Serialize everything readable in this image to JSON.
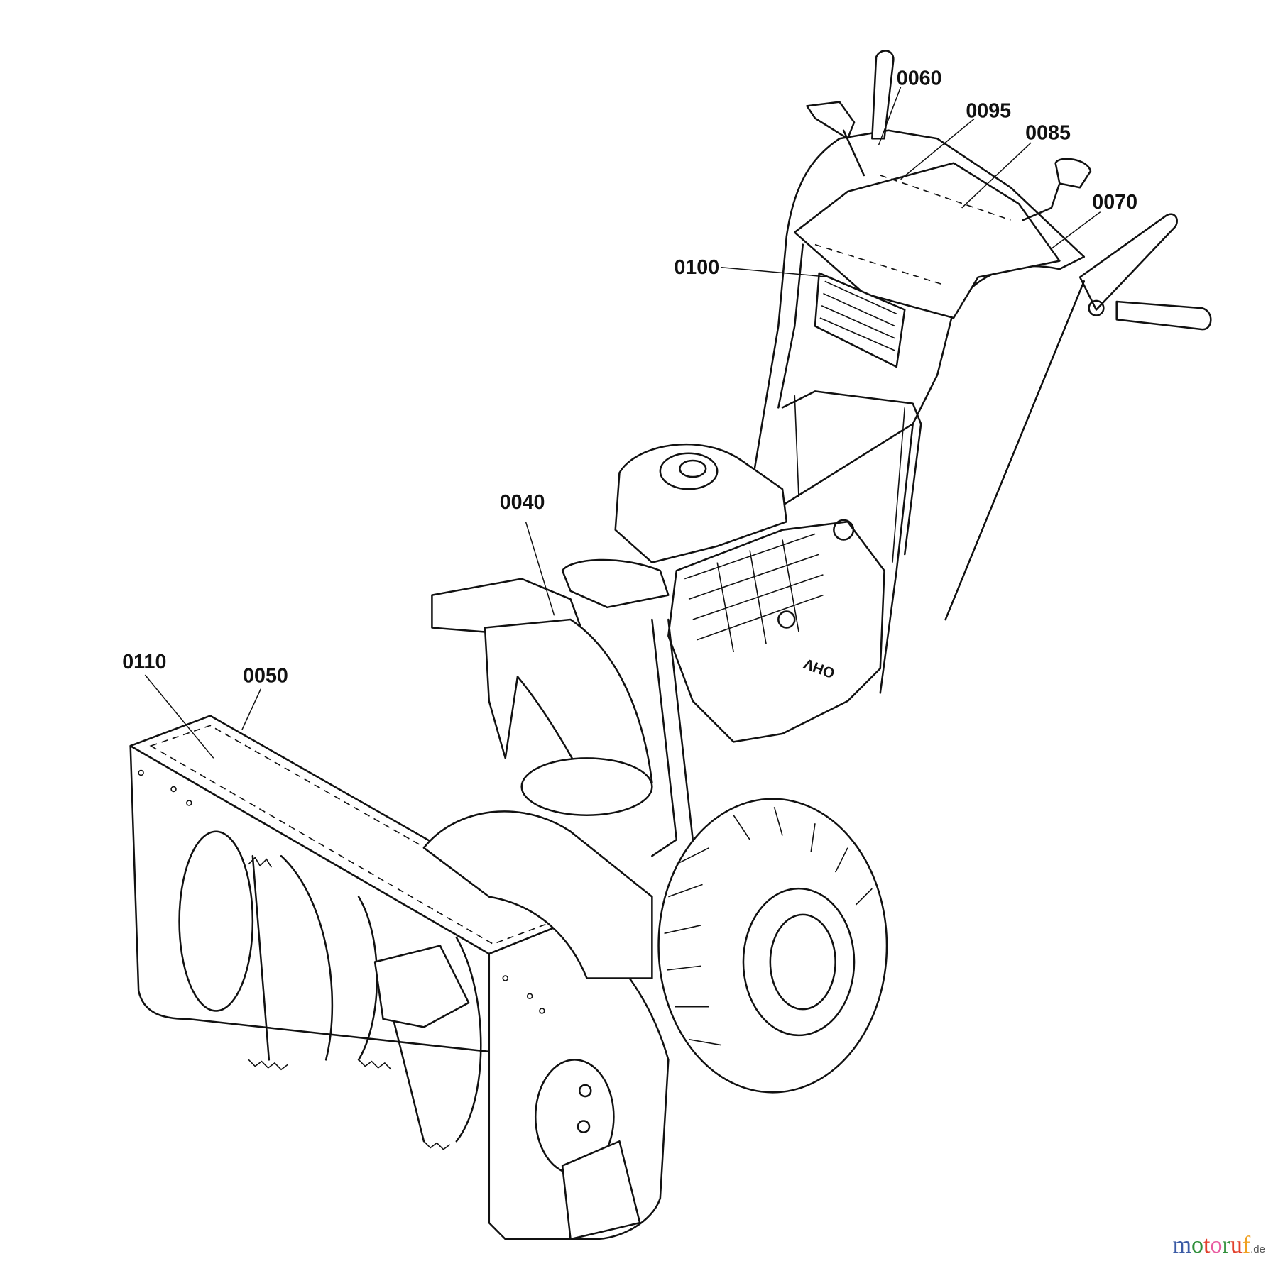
{
  "diagram": {
    "type": "exploded parts diagram (snow blower, upper assembly)",
    "part_labels": [
      {
        "id": "0060",
        "text": "0060"
      },
      {
        "id": "0095",
        "text": "0095"
      },
      {
        "id": "0085",
        "text": "0085"
      },
      {
        "id": "0070",
        "text": "0070"
      },
      {
        "id": "0100",
        "text": "0100"
      },
      {
        "id": "0040",
        "text": "0040"
      },
      {
        "id": "0110",
        "text": "0110"
      },
      {
        "id": "0050",
        "text": "0050"
      }
    ],
    "engine_text": "OHV"
  },
  "watermark": {
    "letters": [
      "m",
      "o",
      "t",
      "o",
      "r",
      "u",
      "f"
    ],
    "suffix": ".de",
    "colors": [
      "#3b5ba5",
      "#2f8f3a",
      "#e2402c",
      "#e95aa0",
      "#2f8f3a",
      "#e2402c",
      "#f0a020"
    ]
  }
}
